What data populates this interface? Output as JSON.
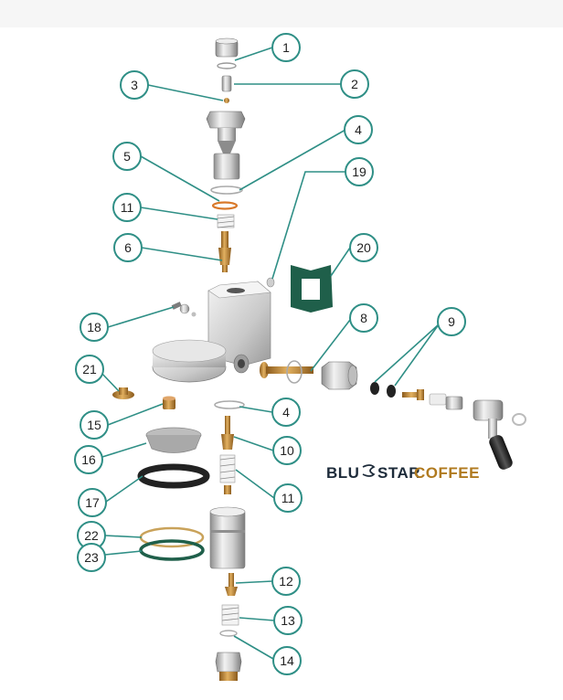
{
  "colors": {
    "callout_stroke": "#2f8f86",
    "brass": "#c08a3a",
    "chrome": "#c9c9c9",
    "gasket_green": "#1f5f4a",
    "logo_dark": "#1d2b3a",
    "logo_gold": "#b07a1f"
  },
  "logo": {
    "part1": "BLU",
    "icon": "steam-s-icon",
    "part2": "STAR",
    "part3": "COFFEE"
  },
  "callouts": [
    {
      "id": "c1",
      "label": "1"
    },
    {
      "id": "c2",
      "label": "2"
    },
    {
      "id": "c3",
      "label": "3"
    },
    {
      "id": "c4a",
      "label": "4"
    },
    {
      "id": "c5",
      "label": "5"
    },
    {
      "id": "c19",
      "label": "19"
    },
    {
      "id": "c11a",
      "label": "11"
    },
    {
      "id": "c20",
      "label": "20"
    },
    {
      "id": "c6",
      "label": "6"
    },
    {
      "id": "c8",
      "label": "8"
    },
    {
      "id": "c9",
      "label": "9"
    },
    {
      "id": "c18",
      "label": "18"
    },
    {
      "id": "c21",
      "label": "21"
    },
    {
      "id": "c4b",
      "label": "4"
    },
    {
      "id": "c15",
      "label": "15"
    },
    {
      "id": "c10",
      "label": "10"
    },
    {
      "id": "c16",
      "label": "16"
    },
    {
      "id": "c11b",
      "label": "11"
    },
    {
      "id": "c17",
      "label": "17"
    },
    {
      "id": "c22",
      "label": "22"
    },
    {
      "id": "c23",
      "label": "23"
    },
    {
      "id": "c12",
      "label": "12"
    },
    {
      "id": "c13",
      "label": "13"
    },
    {
      "id": "c14",
      "label": "14"
    }
  ]
}
